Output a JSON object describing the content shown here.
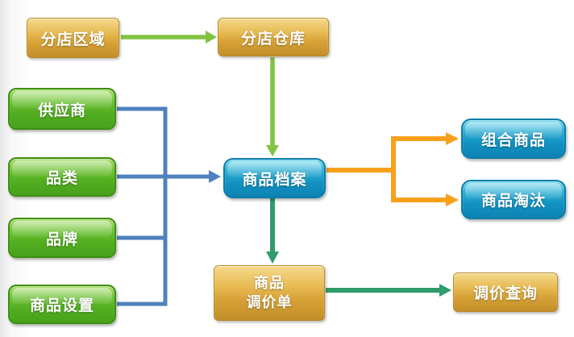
{
  "nodes": {
    "branch_region": {
      "label": "分店区域"
    },
    "branch_warehouse": {
      "label": "分店仓库"
    },
    "supplier": {
      "label": "供应商"
    },
    "category": {
      "label": "品类"
    },
    "brand": {
      "label": "品牌"
    },
    "product_settings": {
      "label": "商品设置"
    },
    "product_archive": {
      "label": "商品档案"
    },
    "combo_product": {
      "label": "组合商品"
    },
    "product_discontinue": {
      "label": "商品淘汰"
    },
    "price_adjust_order": {
      "line1": "商品",
      "line2": "调价单"
    },
    "price_adjust_query": {
      "label": "调价查询"
    }
  },
  "colors": {
    "gold_box": "#D8A63C",
    "green_box": "#53AF20",
    "blue_box": "#1292C2",
    "arrow_green": "#82C341",
    "arrow_blue": "#4F81BD",
    "arrow_orange": "#F9A01B",
    "arrow_teal": "#2F9C6B"
  }
}
